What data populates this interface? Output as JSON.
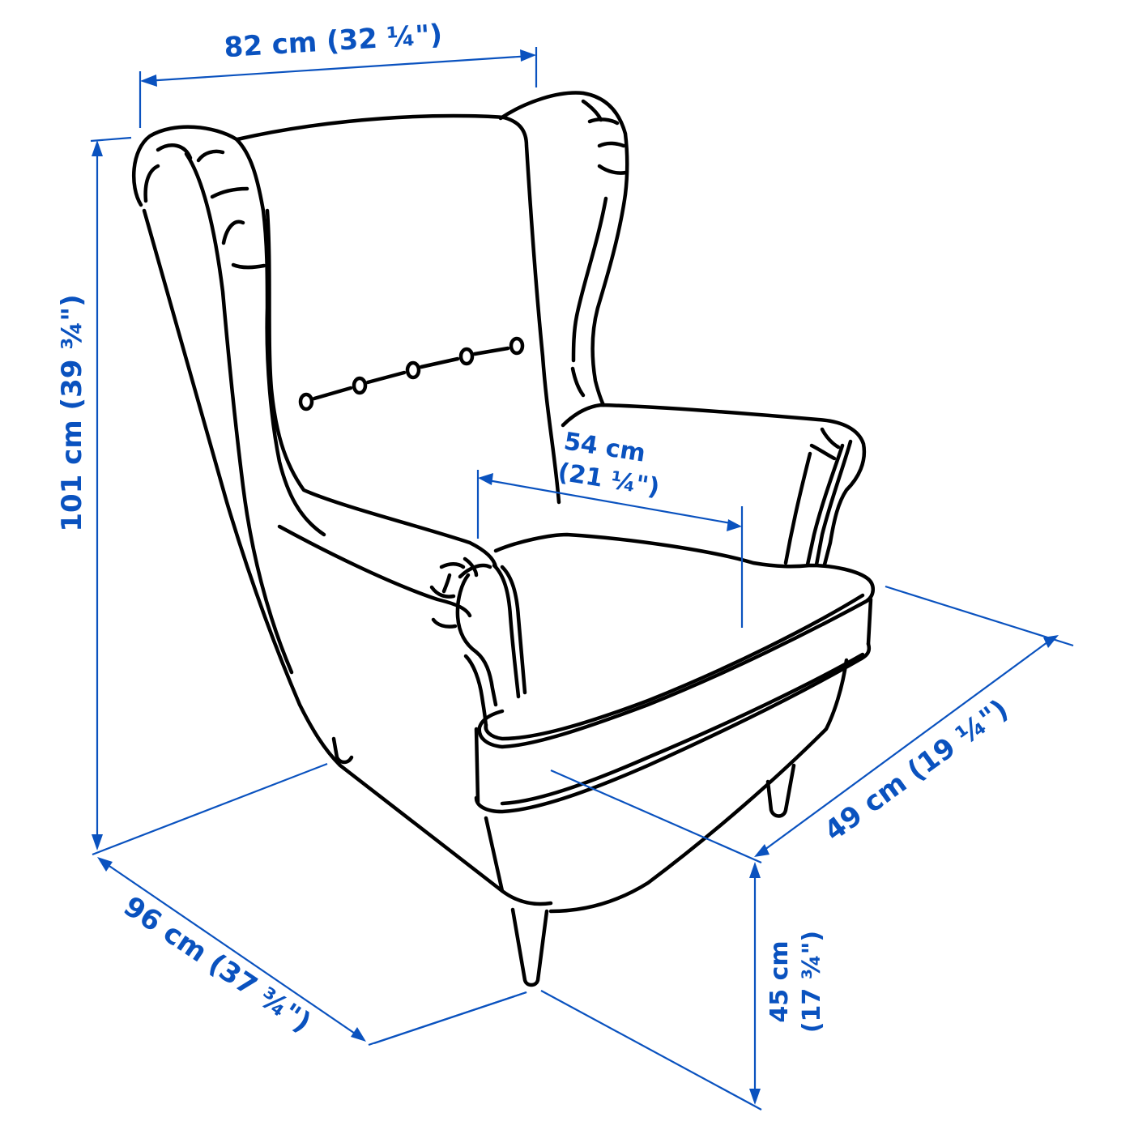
{
  "diagram": {
    "subject": "Wingback armchair",
    "line_color": "#000000",
    "dimension_color": "#0a52bf",
    "background": "#ffffff",
    "dimensions": {
      "width": {
        "label": "82 cm (32 ¼\")",
        "metric": "82 cm",
        "imperial": "32 ¼\""
      },
      "height": {
        "label": "101 cm (39 ¾\")",
        "metric": "101 cm",
        "imperial": "39 ¾\""
      },
      "seat_width": {
        "label_line1": "54 cm",
        "label_line2": "(21 ¼\")",
        "metric": "54 cm",
        "imperial": "21 ¼\""
      },
      "seat_depth": {
        "label": "49 cm (19 ¼\")",
        "metric": "49 cm",
        "imperial": "19 ¼\""
      },
      "depth": {
        "label": "96 cm (37 ¾\")",
        "metric": "96 cm",
        "imperial": "37 ¾\""
      },
      "seat_height": {
        "label_line1": "45 cm",
        "label_line2": "(17 ¾\")",
        "metric": "45 cm",
        "imperial": "17 ¾\""
      }
    }
  }
}
